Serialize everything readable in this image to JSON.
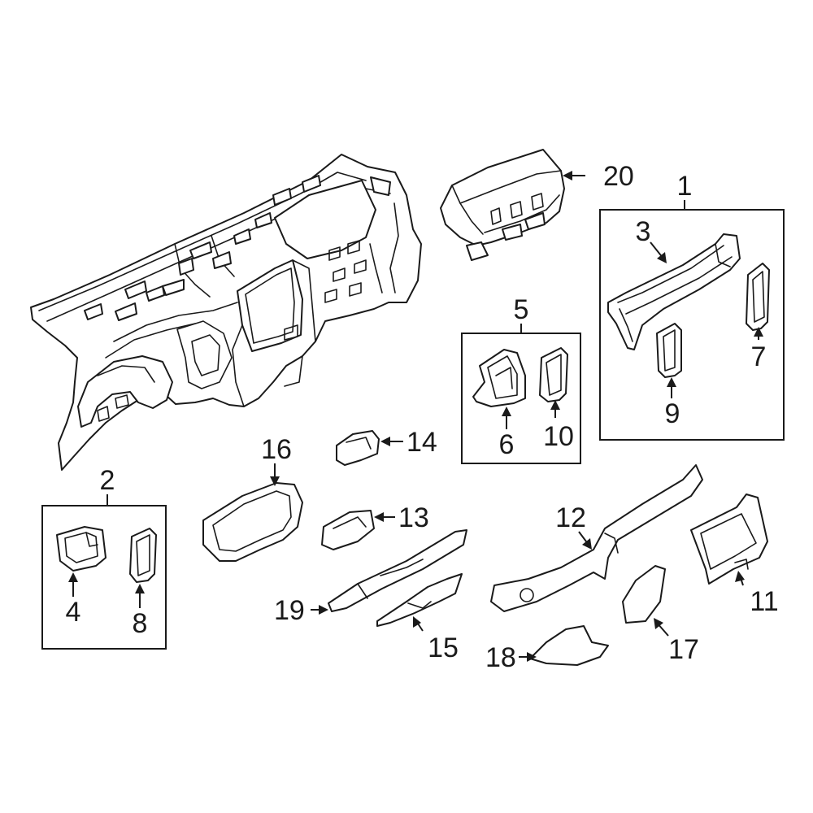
{
  "diagram": {
    "colors": {
      "line": "#1a1a1a",
      "background": "#ffffff"
    },
    "callouts": {
      "c1": "1",
      "c2": "2",
      "c3": "3",
      "c4": "4",
      "c5": "5",
      "c6": "6",
      "c7": "7",
      "c8": "8",
      "c9": "9",
      "c10": "10",
      "c11": "11",
      "c12": "12",
      "c13": "13",
      "c14": "14",
      "c15": "15",
      "c16": "16",
      "c17": "17",
      "c18": "18",
      "c19": "19",
      "c20": "20"
    }
  }
}
